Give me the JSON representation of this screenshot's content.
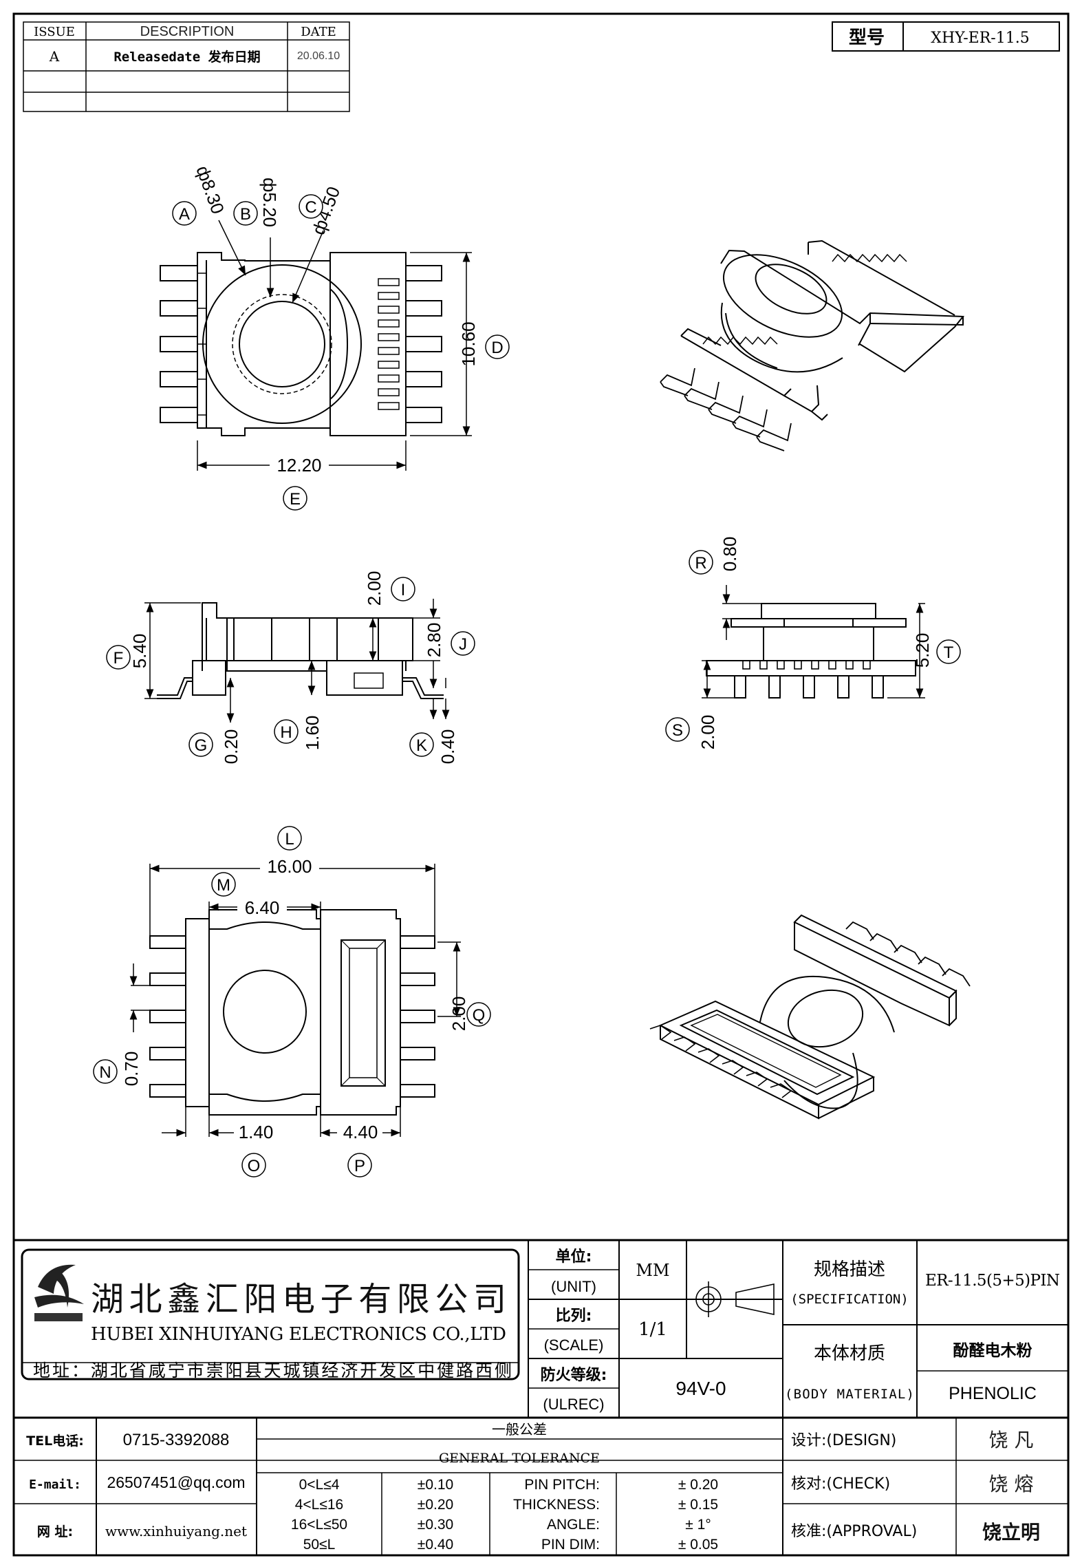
{
  "revision_table": {
    "headers": [
      "ISSUE",
      "DESCRIPTION",
      "DATE"
    ],
    "rows": [
      {
        "issue": "A",
        "description": "Releasedate 发布日期",
        "date": "20.06.10"
      }
    ]
  },
  "model": {
    "label": "型号",
    "value": "XHY-ER-11.5"
  },
  "dimensions": {
    "top_view": {
      "A": "ф8.30",
      "B": "ф5.20",
      "C": "ф4.50",
      "D": "10.60",
      "E": "12.20"
    },
    "front_view": {
      "F": "5.40",
      "I": "2.00",
      "J": "2.80",
      "G": "0.20",
      "H": "1.60",
      "K": "0.40"
    },
    "side_view": {
      "R": "0.80",
      "T": "5.20",
      "S": "2.00"
    },
    "bottom_view": {
      "L": "16.00",
      "M": "6.40",
      "Q": "2.00",
      "N": "0.70",
      "O": "1.40",
      "P": "4.40"
    }
  },
  "callout_letters": [
    "A",
    "B",
    "C",
    "D",
    "E",
    "F",
    "G",
    "H",
    "I",
    "J",
    "K",
    "L",
    "M",
    "N",
    "O",
    "P",
    "Q",
    "R",
    "S",
    "T"
  ],
  "company": {
    "name_cn": "湖北鑫汇阳电子有限公司",
    "name_en": "HUBEI XINHUIYANG ELECTRONICS CO.,LTD",
    "address": "地址：湖北省咸宁市崇阳县天城镇经济开发区中健路西侧",
    "tel_label": "TEL电话:",
    "tel": "0715-3392088",
    "email_label": "E-mail:",
    "email": "26507451@qq.com",
    "web_label": "网   址:",
    "web": "www.xinhuiyang.net"
  },
  "title_block": {
    "unit_cn": "单位:",
    "unit_en": "(UNIT)",
    "unit_value": "MM",
    "scale_cn": "比列:",
    "scale_en": "(SCALE)",
    "scale_value": "1/1",
    "flame_cn": "防火等级:",
    "flame_en": "(ULREC)",
    "flame_value": "94V-0",
    "spec_cn": "规格描述",
    "spec_en": "(SPECIFICATION)",
    "spec_value": "ER-11.5(5+5)PIN",
    "material_cn": "本体材质",
    "material_en": "(BODY MATERIAL)",
    "material_value_cn": "酚醛电木粉",
    "material_value_en": "PHENOLIC",
    "design_label": "设计:(DESIGN)",
    "design_name": "饶  凡",
    "check_label": "核对:(CHECK)",
    "check_name": "饶  熔",
    "approval_label": "核准:(APPROVAL)",
    "approval_name": "饶立明"
  },
  "tolerance": {
    "title_cn": "一般公差",
    "title_en": "GENERAL TOLERANCE",
    "rows": [
      {
        "range": "0<L≤4",
        "tol": "±0.10",
        "item": "PIN PITCH:",
        "val": "±  0.20"
      },
      {
        "range": "4<L≤16",
        "tol": "±0.20",
        "item": "THICKNESS:",
        "val": "±  0.15"
      },
      {
        "range": "16<L≤50",
        "tol": "±0.30",
        "item": "ANGLE:",
        "val": "±  1°"
      },
      {
        "range": "50≤L",
        "tol": "±0.40",
        "item": "PIN DIM:",
        "val": "±  0.05"
      }
    ]
  }
}
